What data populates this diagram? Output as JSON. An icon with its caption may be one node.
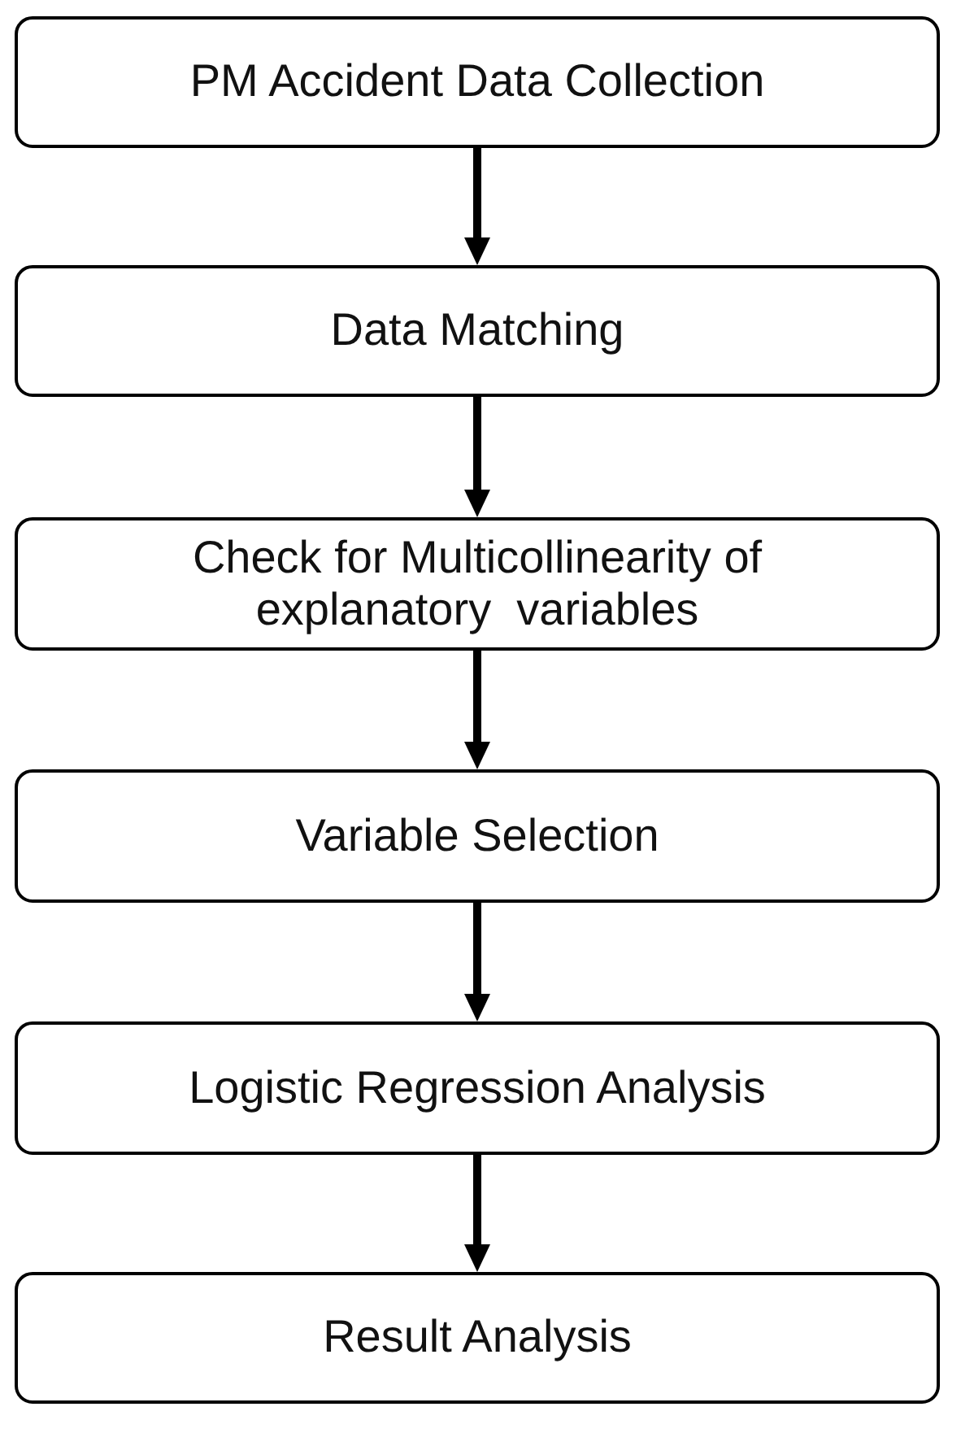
{
  "diagram": {
    "nodes": [
      {
        "text": [
          "PM Accident Data Collection"
        ]
      },
      {
        "text": [
          "Data Matching"
        ]
      },
      {
        "text": [
          "Check for Multicollinearity of explanatory  variables"
        ]
      },
      {
        "text": [
          "Variable Selection"
        ]
      },
      {
        "text": [
          "Logistic Regression Analysis"
        ]
      },
      {
        "text": [
          "Result Analysis"
        ]
      }
    ],
    "edges": [
      {
        "from": 0,
        "to": 1,
        "arrow": "to"
      },
      {
        "from": 1,
        "to": 2,
        "arrow": "to"
      },
      {
        "from": 2,
        "to": 3,
        "arrow": "to"
      },
      {
        "from": 3,
        "to": 4,
        "arrow": "to"
      },
      {
        "from": 4,
        "to": 5,
        "arrow": "to"
      }
    ]
  }
}
